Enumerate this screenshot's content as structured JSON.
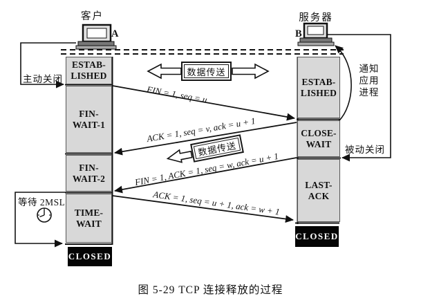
{
  "figure": {
    "caption": "图 5-29  TCP 连接释放的过程"
  },
  "client": {
    "role_label": "客户",
    "host_letter": "A",
    "states": [
      {
        "name": "ESTAB-\nLISHED"
      },
      {
        "name": "FIN-\nWAIT-1"
      },
      {
        "name": "FIN-\nWAIT-2"
      },
      {
        "name": "TIME-\nWAIT"
      },
      {
        "name": "CLOSED"
      }
    ]
  },
  "server": {
    "role_label": "服务器",
    "host_letter": "B",
    "states": [
      {
        "name": "ESTAB-\nLISHED"
      },
      {
        "name": "CLOSE-\nWAIT"
      },
      {
        "name": "LAST-\nACK"
      },
      {
        "name": "CLOSED"
      }
    ]
  },
  "messages": [
    {
      "label": "FIN = 1, seq = u",
      "direction": "client→server"
    },
    {
      "label": "ACK = 1, seq = v, ack = u + 1",
      "direction": "server→client"
    },
    {
      "label": "FIN = 1, ACK = 1, seq = w, ack = u + 1",
      "direction": "server→client"
    },
    {
      "label": "ACK = 1, seq = u + 1, ack = w + 1",
      "direction": "client→server"
    }
  ],
  "annotations": {
    "active_close": "主动关闭",
    "passive_close": "被动关闭",
    "notify_app": "通知\n应用\n进程",
    "wait_2msl": "等待 2MSL",
    "data_transfer_top": "数据传送",
    "data_transfer_mid": "数据传送"
  },
  "colors": {
    "state_box_fill": "#d8d8d8",
    "closed_box_fill": "#050505",
    "closed_box_text": "#ffffff",
    "line_color": "#111111",
    "background": "#ffffff"
  }
}
